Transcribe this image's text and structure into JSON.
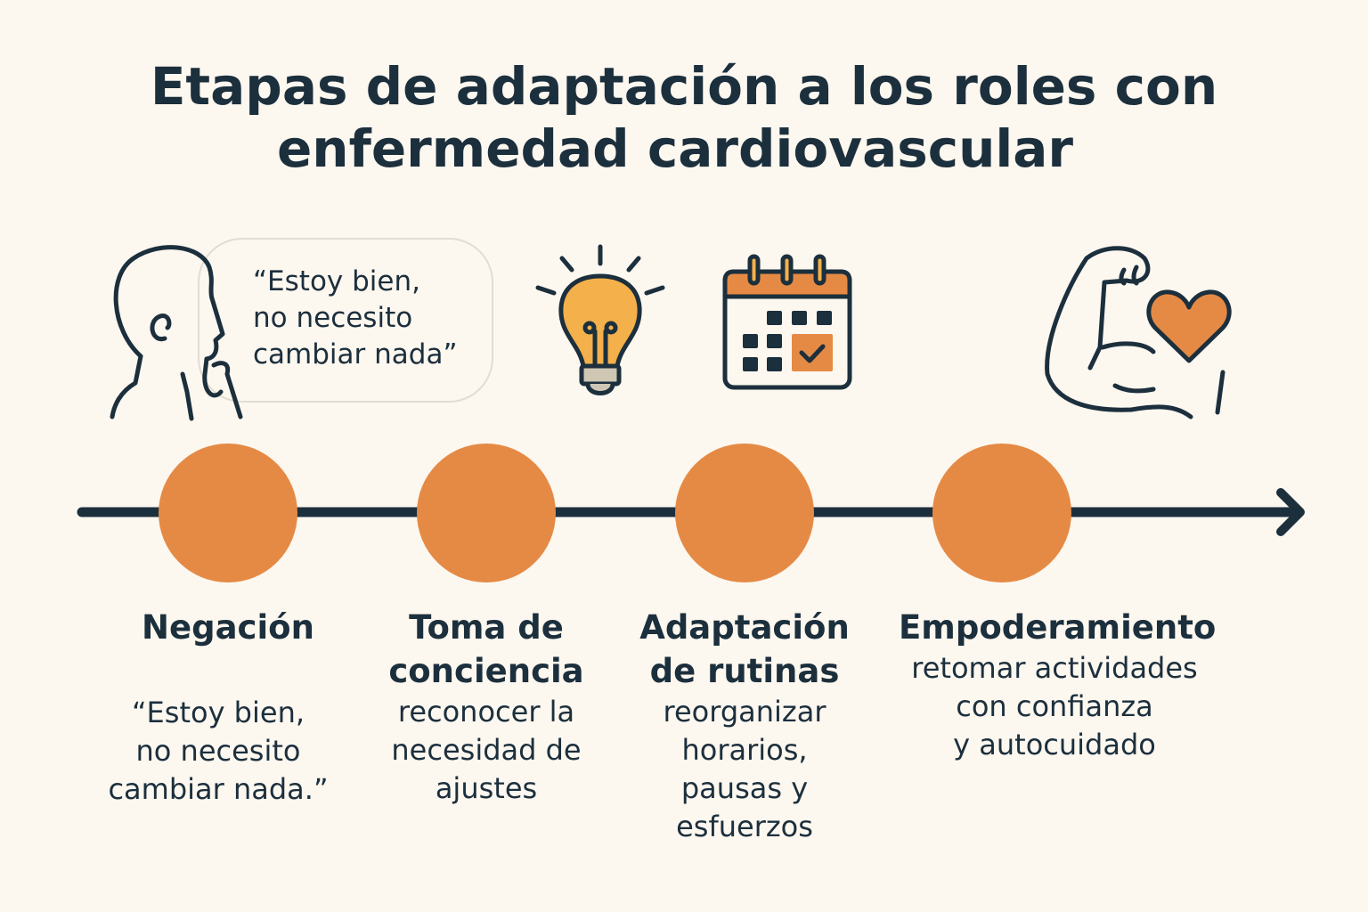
{
  "title": {
    "line1": "Etapas de adaptación a los roles con",
    "line2": "enfermedad cardiovascular"
  },
  "bubble": {
    "text": "“Estoy bien,\nno necesito\ncambiar nada”"
  },
  "colors": {
    "background": "#fcf7ef",
    "dark": "#1c2f3d",
    "accent": "#e58a45",
    "bulb": "#f4b04a"
  },
  "stages": [
    {
      "title": "Negación",
      "description": "“Estoy bien,\nno necesito\ncambiar nada.”",
      "icon": "thinking-person-icon"
    },
    {
      "title": "Toma de\nconciencia",
      "description": "reconocer la\nnecesidad de\najustes",
      "icon": "lightbulb-icon"
    },
    {
      "title": "Adaptación\nde rutinas",
      "description": "reorganizar\nhorarios,\npausas y\nesfuerzos",
      "icon": "calendar-icon"
    },
    {
      "title": "Empoderamiento",
      "description": "retomar actividades\ncon confianza\ny autocuidado",
      "icon": "strong-arm-heart-icon"
    }
  ]
}
